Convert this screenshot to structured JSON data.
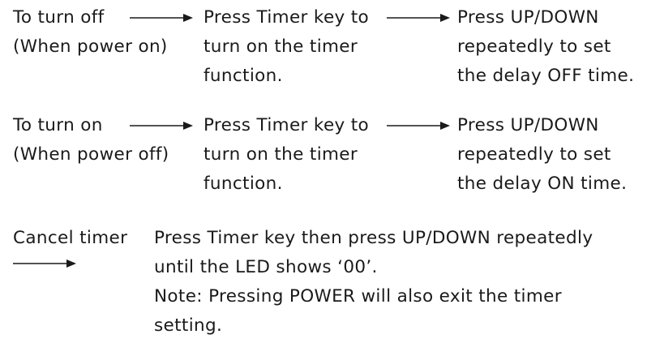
{
  "off_row": {
    "condition_line1": "To turn off",
    "condition_line2": "(When power on)",
    "step1_line1": "Press Timer key to",
    "step1_line2": "turn on the timer",
    "step1_line3": "function.",
    "step2_line1": "Press UP/DOWN",
    "step2_line2": "repeatedly to set",
    "step2_line3": "the delay OFF time."
  },
  "on_row": {
    "condition_line1": "To turn on",
    "condition_line2": "(When power off)",
    "step1_line1": "Press Timer key to",
    "step1_line2": "turn on the timer",
    "step1_line3": "function.",
    "step2_line1": "Press UP/DOWN",
    "step2_line2": "repeatedly to set",
    "step2_line3": "the delay ON time."
  },
  "cancel": {
    "label": "Cancel timer",
    "instruction_line1": "Press Timer key then press UP/DOWN repeatedly",
    "instruction_line2": "until the LED shows ‘00’.",
    "note_line1": "Note: Pressing POWER will also exit the timer",
    "note_line2": "setting."
  },
  "icons": {
    "arrow": "right-arrow-icon"
  },
  "colors": {
    "text": "#1a1a1a",
    "background": "#ffffff"
  }
}
